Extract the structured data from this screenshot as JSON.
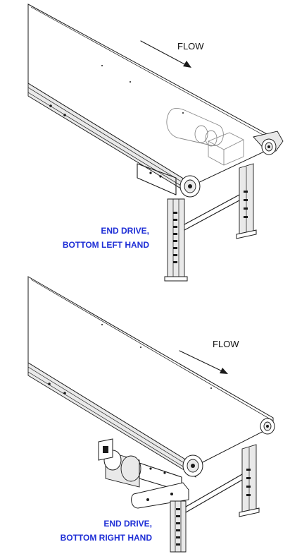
{
  "diagrams": [
    {
      "flow_label": "FLOW",
      "caption_lines": [
        "END DRIVE,",
        "BOTTOM LEFT HAND"
      ],
      "colors": {
        "caption": "#1f2fd6",
        "line": "#1a1a1a"
      }
    },
    {
      "flow_label": "FLOW",
      "caption_lines": [
        "END DRIVE,",
        "BOTTOM RIGHT HAND"
      ],
      "colors": {
        "caption": "#1f2fd6",
        "line": "#1a1a1a"
      }
    }
  ]
}
